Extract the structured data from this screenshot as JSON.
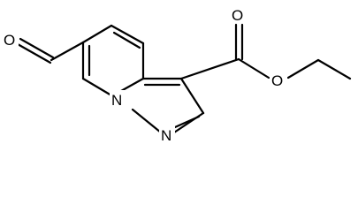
{
  "structure": {
    "atoms": [
      {
        "id": "O_ald",
        "symbol": "O"
      },
      {
        "id": "N1",
        "symbol": "N"
      },
      {
        "id": "N2",
        "symbol": "N"
      },
      {
        "id": "O_carbonyl",
        "symbol": "O"
      },
      {
        "id": "O_ester",
        "symbol": "O"
      }
    ]
  },
  "colors": {
    "bond": "#000000",
    "label": "#000000",
    "background": "#ffffff"
  }
}
